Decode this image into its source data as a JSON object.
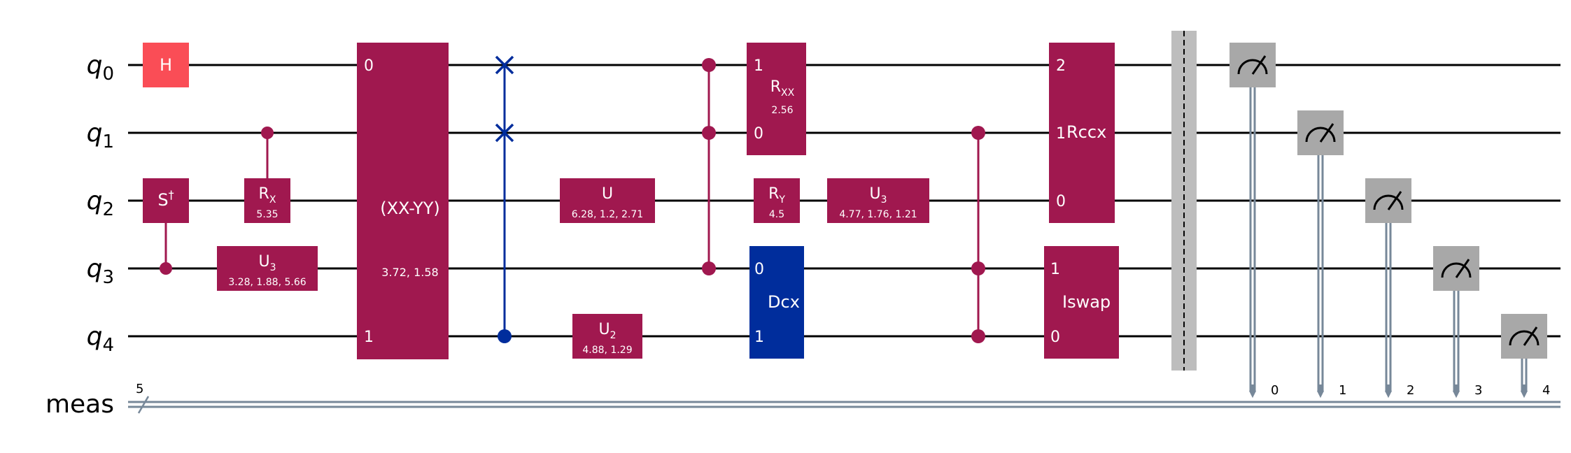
{
  "qubits": [
    {
      "name": "q",
      "index": "0"
    },
    {
      "name": "q",
      "index": "1"
    },
    {
      "name": "q",
      "index": "2"
    },
    {
      "name": "q",
      "index": "3"
    },
    {
      "name": "q",
      "index": "4"
    }
  ],
  "classical": {
    "label": "meas",
    "width": "5",
    "bit_labels": [
      "0",
      "1",
      "2",
      "3",
      "4"
    ]
  },
  "gates": {
    "h": "H",
    "sdg": "S",
    "sdg_sup": "†",
    "rx": "R",
    "rx_sub": "X",
    "rx_param": "5.35",
    "u3a": "U",
    "u3a_sub": "3",
    "u3a_param": "3.28, 1.88, 5.66",
    "xxyy": "(XX-YY)",
    "xxyy_param": "3.72, 1.58",
    "xxyy_port0": "0",
    "xxyy_port1": "1",
    "u": "U",
    "u_param": "6.28, 1.2, 2.71",
    "u2": "U",
    "u2_sub": "2",
    "u2_param": "4.88, 1.29",
    "rxx": "R",
    "rxx_sub": "XX",
    "rxx_param": "2.56",
    "rxx_port1": "1",
    "rxx_port0": "0",
    "ry": "R",
    "ry_sub": "Y",
    "ry_param": "4.5",
    "dcx": "Dcx",
    "dcx_port0": "0",
    "dcx_port1": "1",
    "u3b": "U",
    "u3b_sub": "3",
    "u3b_param": "4.77, 1.76, 1.21",
    "rccx": "Rccx",
    "rccx_port2": "2",
    "rccx_port1": "1",
    "rccx_port0": "0",
    "iswap": "Iswap",
    "iswap_port1": "1",
    "iswap_port0": "0"
  },
  "colors": {
    "gate": "#A0184F",
    "h_gate": "#FA4D56",
    "dcx_gate": "#002D9C",
    "swap": "#002D9C",
    "measure": "#A8A8A8",
    "classical_wire": "#778899",
    "barrier": "#BDBDBD"
  }
}
